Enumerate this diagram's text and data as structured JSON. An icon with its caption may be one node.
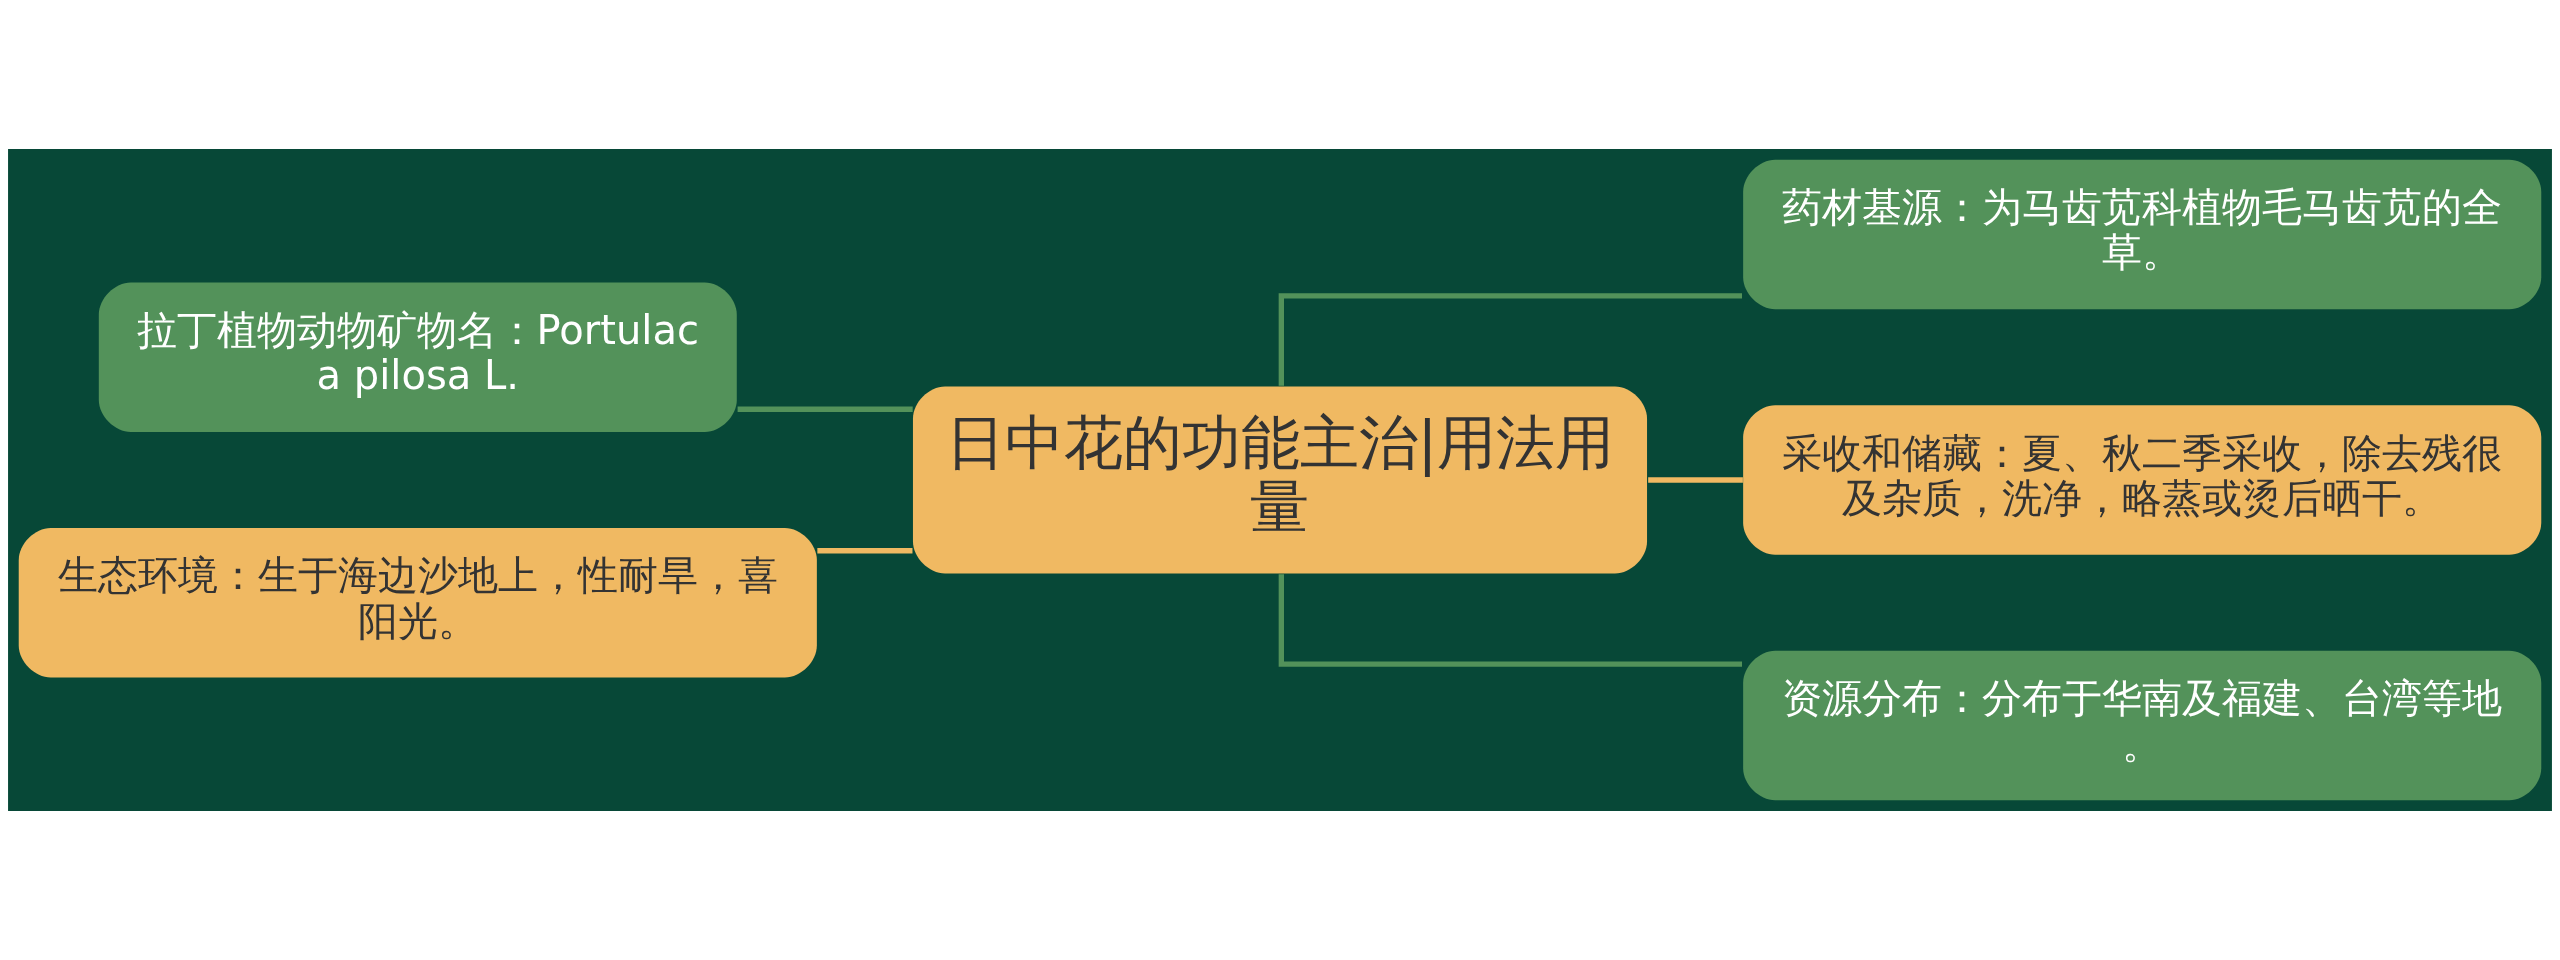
{
  "diagram": {
    "nodes": [
      {
        "text": [
          "日中花的功能主治|用法用量"
        ]
      },
      {
        "text": [
          "拉丁植物动物矿物名：Portulaca pilosa L."
        ]
      },
      {
        "text": [
          "生态环境：生于海边沙地上，性耐旱，喜阳光。"
        ]
      },
      {
        "text": [
          "药材基源：为马齿苋科植物毛马齿苋的全草。"
        ]
      },
      {
        "text": [
          "采收和储藏：夏、秋二季采收，除去残很及杂质，洗净，略蒸或烫后晒干。"
        ]
      },
      {
        "text": [
          "资源分布：分布于华南及福建、台湾等地。"
        ]
      }
    ],
    "edges": [
      {
        "from": 1,
        "to": 0,
        "arrow": "none"
      },
      {
        "from": 2,
        "to": 0,
        "arrow": "none",
        "color": "#f0b962"
      },
      {
        "from": 0,
        "to": 3,
        "arrow": "none"
      },
      {
        "from": 0,
        "to": 4,
        "arrow": "none",
        "color": "#f0b962"
      },
      {
        "from": 0,
        "to": 5,
        "arrow": "none"
      }
    ]
  }
}
